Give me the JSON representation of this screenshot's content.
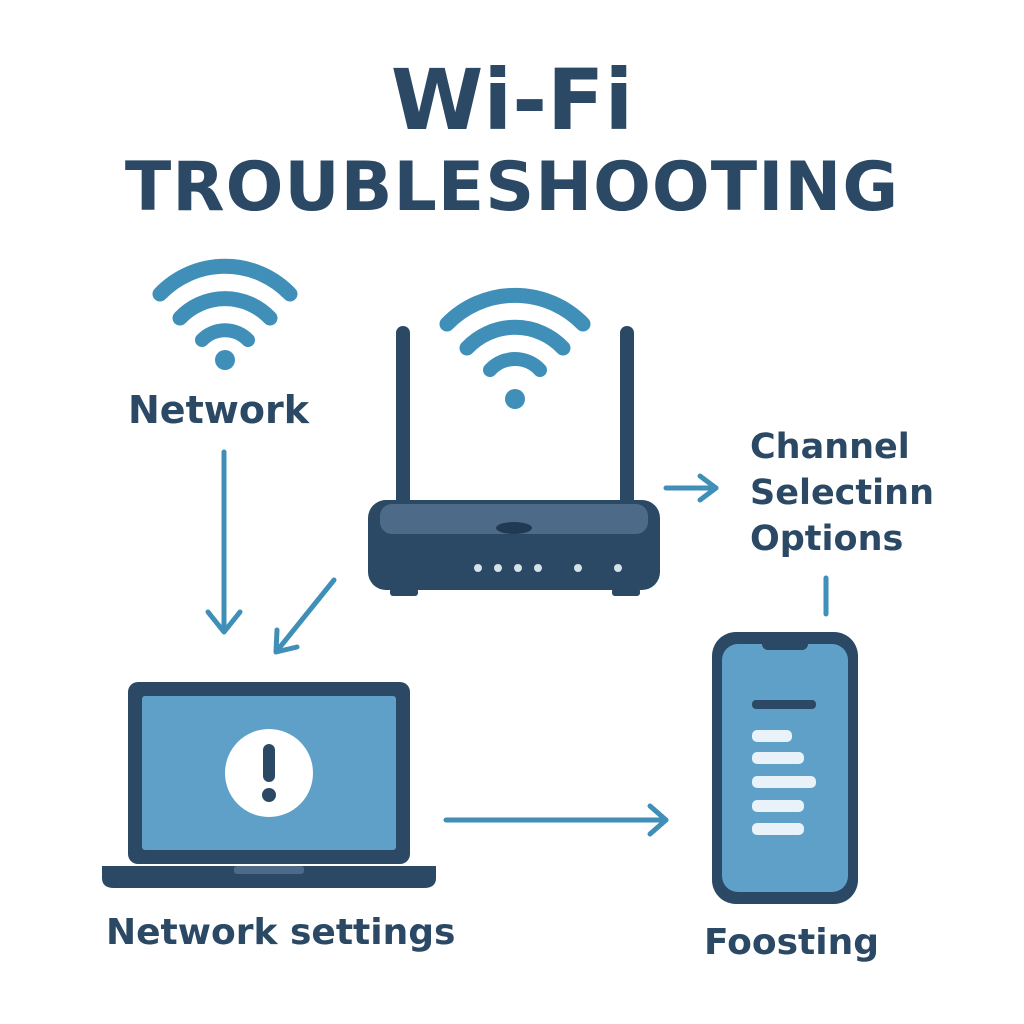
{
  "title": {
    "line1": "Wi-Fi",
    "line2": "TROUBLESHOOTING"
  },
  "labels": {
    "network": "Network",
    "channel": [
      "Channel",
      "Selectinn",
      "Options"
    ],
    "network_settings": "Network settings",
    "foosting": "Foosting"
  },
  "colors": {
    "dark_navy": "#2b4864",
    "accent_blue": "#3f8fb8",
    "screen_blue": "#5fa0c8",
    "light_bar": "#e8f2f8"
  },
  "icons": [
    "wifi-icon",
    "router-icon",
    "laptop-icon",
    "alert-icon",
    "smartphone-icon",
    "arrow-icon"
  ]
}
